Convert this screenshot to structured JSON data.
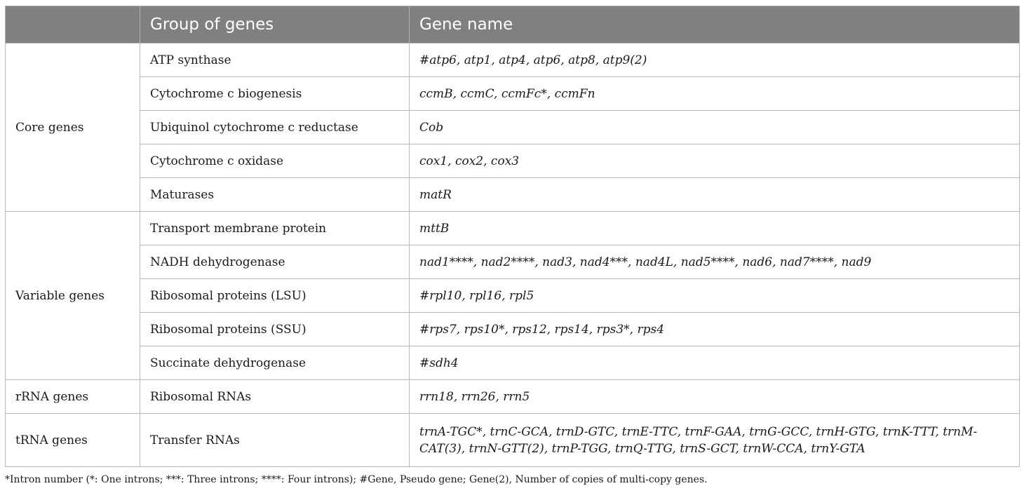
{
  "header": {
    "col_group": "Group of genes",
    "col_name": "Gene name"
  },
  "sections": [
    {
      "category": "Core genes",
      "rows": [
        {
          "group": "ATP synthase",
          "genes": "#atp6, atp1, atp4, atp6, atp8, atp9(2)"
        },
        {
          "group": "Cytochrome c biogenesis",
          "genes": "ccmB, ccmC, ccmFc*, ccmFn"
        },
        {
          "group": "Ubiquinol cytochrome c reductase",
          "genes": "Cob"
        },
        {
          "group": "Cytochrome c oxidase",
          "genes": "cox1, cox2, cox3"
        },
        {
          "group": "Maturases",
          "genes": "matR"
        }
      ]
    },
    {
      "category": "Variable genes",
      "rows": [
        {
          "group": "Transport membrane protein",
          "genes": "mttB"
        },
        {
          "group": "NADH dehydrogenase",
          "genes": "nad1****, nad2****, nad3, nad4***, nad4L, nad5****, nad6, nad7****, nad9"
        },
        {
          "group": "Ribosomal proteins (LSU)",
          "genes": "#rpl10, rpl16, rpl5"
        },
        {
          "group": "Ribosomal proteins (SSU)",
          "genes": "#rps7, rps10*, rps12, rps14, rps3*, rps4"
        },
        {
          "group": "Succinate dehydrogenase",
          "genes": "#sdh4"
        }
      ]
    },
    {
      "category": "rRNA genes",
      "rows": [
        {
          "group": "Ribosomal RNAs",
          "genes": "rrn18, rrn26, rrn5"
        }
      ]
    },
    {
      "category": "tRNA genes",
      "rows": [
        {
          "group": "Transfer RNAs",
          "genes": "trnA-TGC*, trnC-GCA, trnD-GTC, trnE-TTC, trnF-GAA, trnG-GCC, trnH-GTG, trnK-TTT, trnM-CAT(3), trnN-GTT(2), trnP-TGG, trnQ-TTG, trnS-GCT, trnW-CCA, trnY-GTA"
        }
      ]
    }
  ],
  "footnote": "*Intron number  (*: One introns; ***: Three introns; ****: Four introns); #Gene, Pseudo gene; Gene(2), Number of copies of multi-copy genes."
}
